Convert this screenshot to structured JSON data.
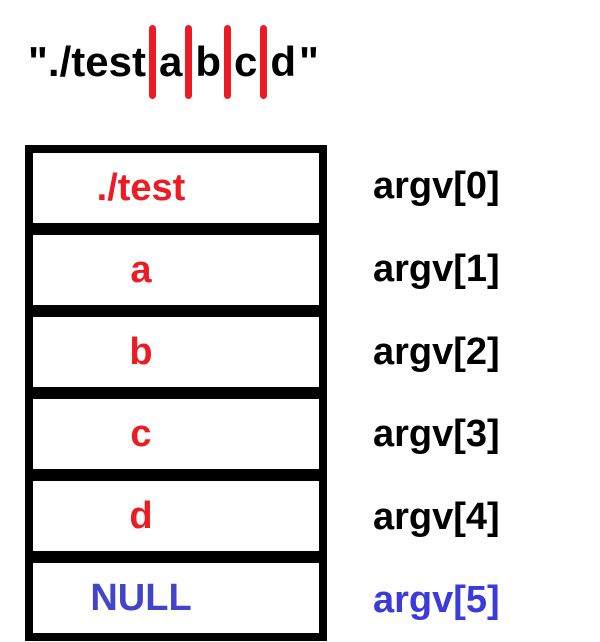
{
  "title": {
    "prefix": "\"./test",
    "tokens": [
      "a",
      "b",
      "c",
      "d"
    ],
    "suffix": "\""
  },
  "diagram": {
    "rows": [
      {
        "value": "./test",
        "label": "argv[0]"
      },
      {
        "value": "a",
        "label": "argv[1]"
      },
      {
        "value": "b",
        "label": "argv[2]"
      },
      {
        "value": "c",
        "label": "argv[3]"
      },
      {
        "value": "d",
        "label": "argv[4]"
      },
      {
        "value": "NULL",
        "label": "argv[5]"
      }
    ]
  },
  "colors": {
    "argument_text_red": "#ED1C24",
    "separator_bar_red": "#ED1C24",
    "null_value_blue": "#4444CB",
    "argv5_label_blue": "#3B3BDC",
    "text_black": "#000000",
    "box_border_black": "#000000",
    "background_white": "#FFFFFF"
  }
}
